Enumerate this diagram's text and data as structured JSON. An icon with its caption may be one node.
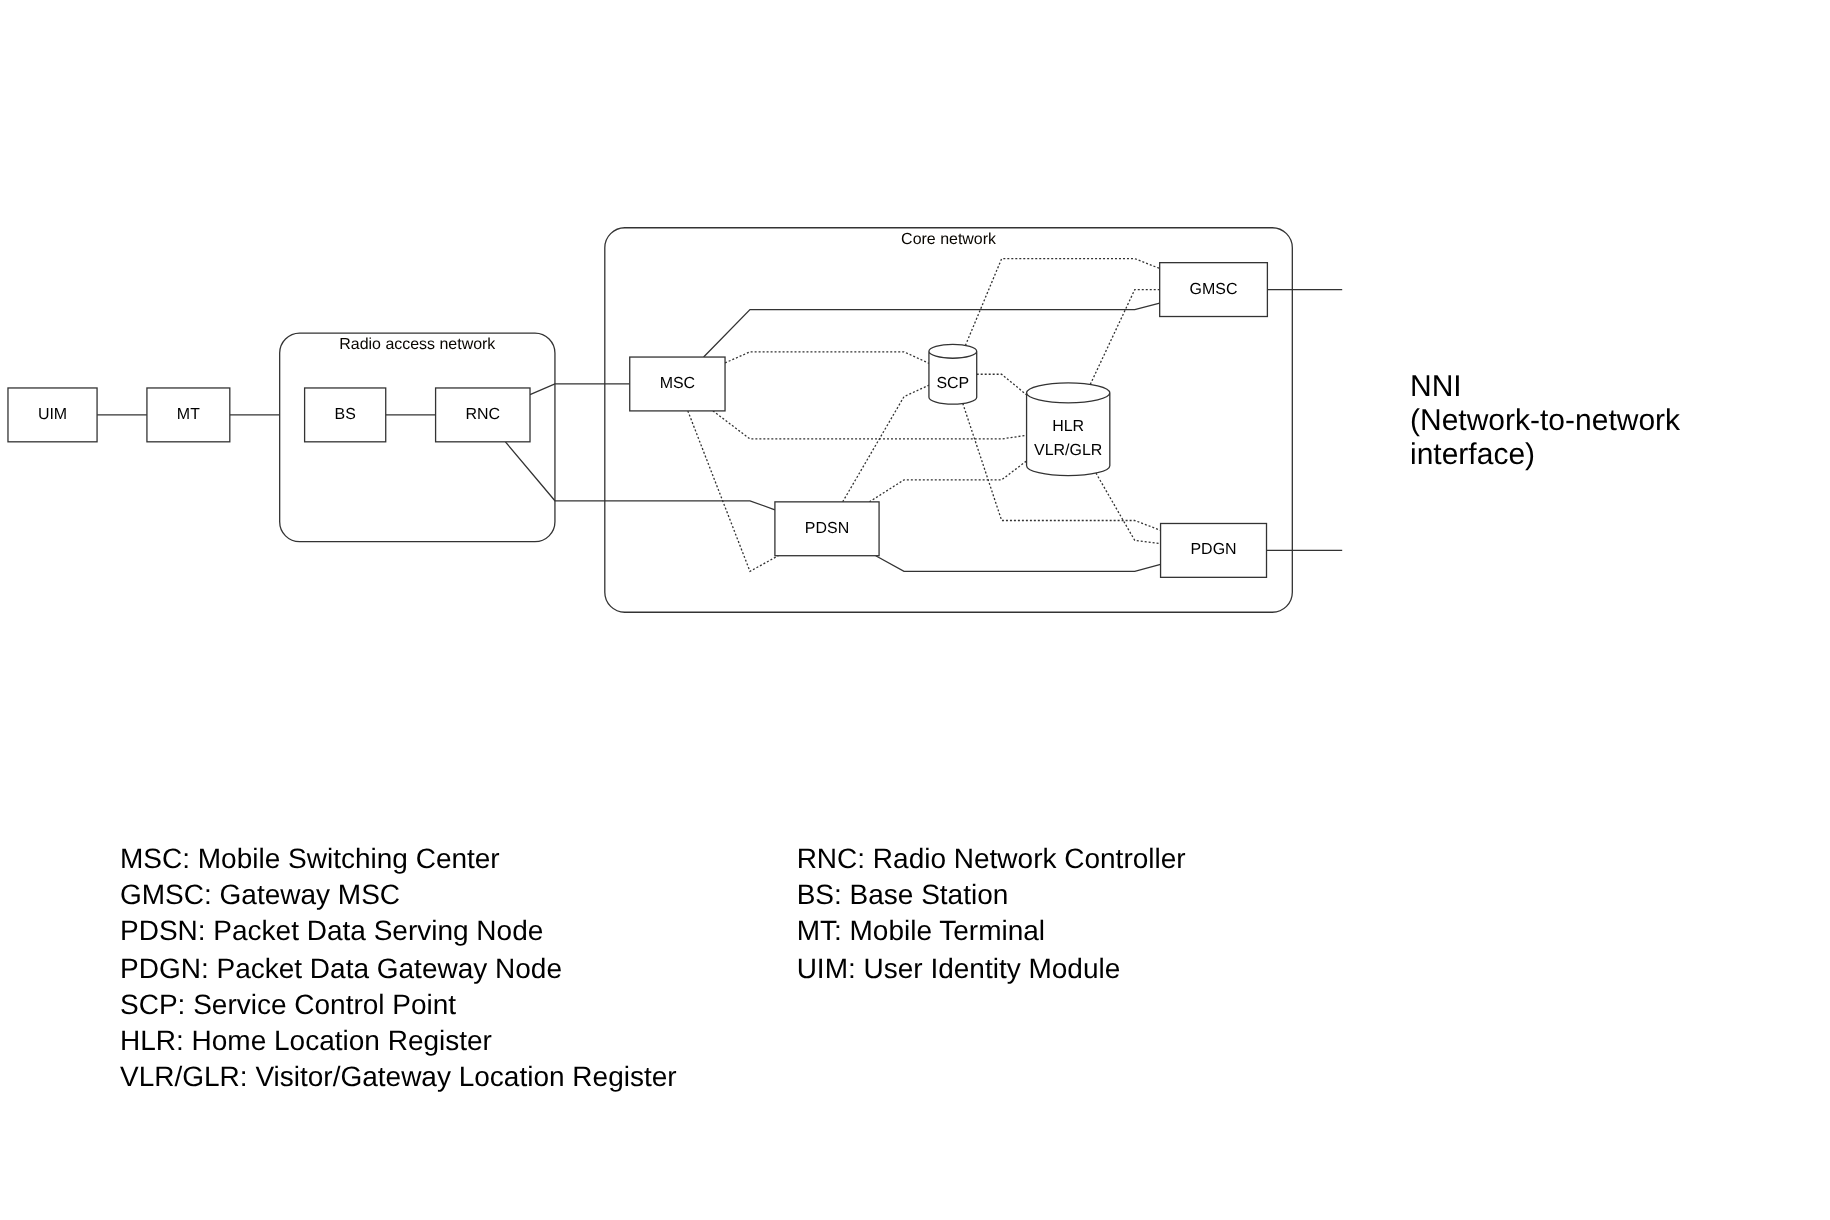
{
  "diagram": {
    "nodes": [
      {
        "text": [
          "Radio access network"
        ]
      },
      {
        "text": [
          "BS"
        ],
        "in": 0
      },
      {
        "text": [
          "RNC"
        ],
        "in": 0
      },
      {
        "text": [
          "Core network"
        ]
      },
      {
        "text": [
          "SCP"
        ],
        "in": 3
      },
      {
        "text": [
          "HLR",
          "VLR/GLR"
        ],
        "in": 3
      },
      {
        "text": [
          "MSC"
        ],
        "in": 3
      },
      {
        "text": [
          "GMSC"
        ],
        "in": 3
      },
      {
        "text": [
          "PDSN"
        ],
        "in": 3
      },
      {
        "text": [
          "PDGN"
        ],
        "in": 3
      },
      {
        "text": [
          "MT"
        ]
      },
      {
        "text": [
          "UIM"
        ]
      }
    ],
    "edges": [
      {
        "from": 11,
        "to": 10,
        "arrow": "none"
      },
      {
        "from": 10,
        "to": 0,
        "arrow": "none"
      },
      {
        "from": 1,
        "to": 2,
        "arrow": "none"
      },
      {
        "from": 2,
        "to": 6,
        "arrow": "none"
      },
      {
        "from": 2,
        "to": 8,
        "arrow": "none"
      },
      {
        "from": 4,
        "to": 5,
        "arrow": "none",
        "style": "dashed"
      },
      {
        "from": 6,
        "to": 4,
        "arrow": "none",
        "style": "dashed"
      },
      {
        "from": 8,
        "to": 4,
        "arrow": "none",
        "style": "dashed"
      },
      {
        "from": 4,
        "to": 7,
        "arrow": "none",
        "style": "dashed"
      },
      {
        "from": 4,
        "to": 9,
        "arrow": "none",
        "style": "dashed"
      },
      {
        "from": 6,
        "to": 5,
        "arrow": "none",
        "style": "dashed"
      },
      {
        "from": 8,
        "to": 5,
        "arrow": "none",
        "style": "dashed"
      },
      {
        "from": 5,
        "to": 7,
        "arrow": "none",
        "style": "dashed"
      },
      {
        "from": 5,
        "to": 9,
        "arrow": "none",
        "style": "dashed"
      },
      {
        "from": 6,
        "to": 8,
        "arrow": "none",
        "style": "dashed"
      },
      {
        "from": 6,
        "to": 7,
        "arrow": "none"
      },
      {
        "from": 8,
        "to": 9,
        "arrow": "none"
      },
      {
        "from": 7,
        "to": null,
        "arrow": "none"
      },
      {
        "from": 9,
        "to": null,
        "arrow": "none"
      }
    ],
    "labels": [
      "NNI",
      "(Network-to-network interface)",
      "MSC: Mobile Switching Center",
      "RNC: Radio Network Controller",
      "GMSC: Gateway MSC",
      "BS: Base Station",
      "PDSN: Packet Data Serving Node",
      "MT: Mobile Terminal",
      "PDGN: Packet Data Gateway Node",
      "UIM: User Identity Module",
      "SCP: Service Control Point",
      "HLR: Home Location Register",
      "VLR/GLR: Visitor/Gateway Location Register"
    ]
  }
}
